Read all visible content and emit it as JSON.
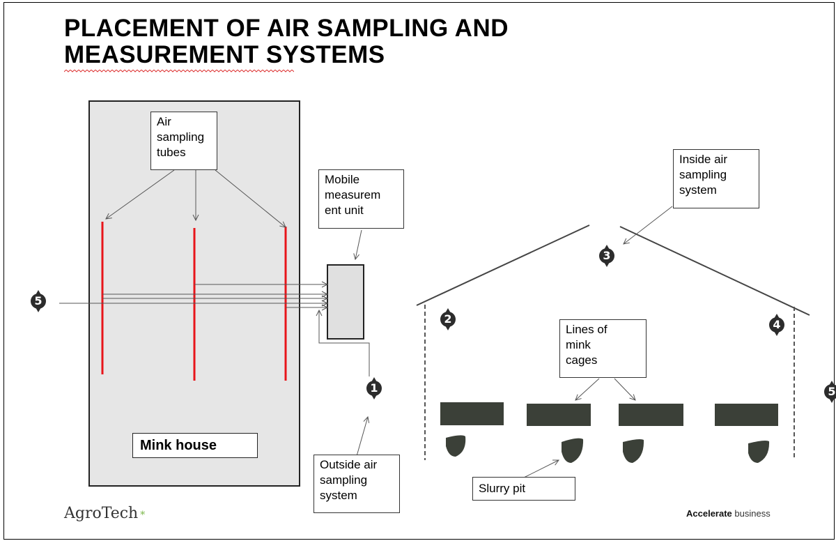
{
  "title": {
    "line1": "PLACEMENT OF AIR SAMPLING AND",
    "line2": "MEASUREMENT SYSTEMS"
  },
  "labels": {
    "air_tubes": [
      "Air",
      "sampling",
      "tubes"
    ],
    "mobile_unit": [
      "Mobile",
      "measurem",
      "ent unit"
    ],
    "inside_air": [
      "Inside air",
      "sampling",
      "system"
    ],
    "outside_air": [
      "Outside air",
      "sampling",
      "system"
    ],
    "lines_of_cages": [
      "Lines of",
      "mink",
      "cages"
    ],
    "slurry_pit": "Slurry pit",
    "mink_house": "Mink house"
  },
  "markers": {
    "m1": "1",
    "m2": "2",
    "m3": "3",
    "m4": "4",
    "m5_left": "5",
    "m5_right": "5"
  },
  "footer": {
    "logo": "AgroTech",
    "logo_star": "*",
    "tagline_bold": "Accelerate",
    "tagline_rest": " business"
  },
  "colors": {
    "tube": "#e8151b",
    "house_fill": "#e6e6e6",
    "cage_fill": "#3b4038",
    "logo_accent": "#7ab648"
  }
}
